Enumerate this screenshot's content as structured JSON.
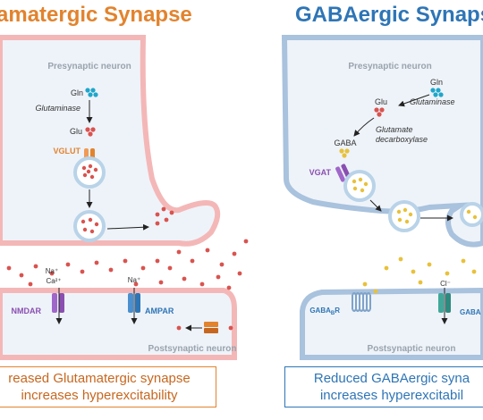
{
  "glutamatergic": {
    "title": "amatergic Synapse",
    "presynaptic": "Presynaptic neuron",
    "postsynaptic": "Postsynaptic neuron",
    "gln": "Gln",
    "glutaminase": "Glutaminase",
    "glu": "Glu",
    "vglut": "VGLUT",
    "nmdar": "NMDAR",
    "ampar": "AMPAR",
    "na": "Na⁺",
    "ca": "Ca²⁺",
    "na2": "Na⁺",
    "caption_line1": "reased Glutamatergic synapse",
    "caption_line2": "increases hyperexcitability",
    "colors": {
      "accent": "#e2832e",
      "membrane": "#f4b7b7",
      "vesicle_dot": "#d9534f"
    }
  },
  "gabaergic": {
    "title": "GABAergic Synaps",
    "presynaptic": "Presynaptic neuron",
    "postsynaptic": "Postsynaptic neuron",
    "gln": "Gln",
    "glutaminase": "Glutaminase",
    "glu": "Glu",
    "gad_line1": "Glutamate",
    "gad_line2": "decarboxylase",
    "gaba": "GABA",
    "vgat": "VGAT",
    "gabab": "GABA",
    "gabab_sub": "B",
    "gabab_suffix": "R",
    "gabaa": "GABA",
    "cl": "Cl⁻",
    "caption_line1": "Reduced GABAergic syna",
    "caption_line2": "increases hyperexcitabil",
    "colors": {
      "accent": "#2e75b6",
      "membrane": "#a9c2dd",
      "vesicle_dot": "#e8c13a"
    }
  }
}
